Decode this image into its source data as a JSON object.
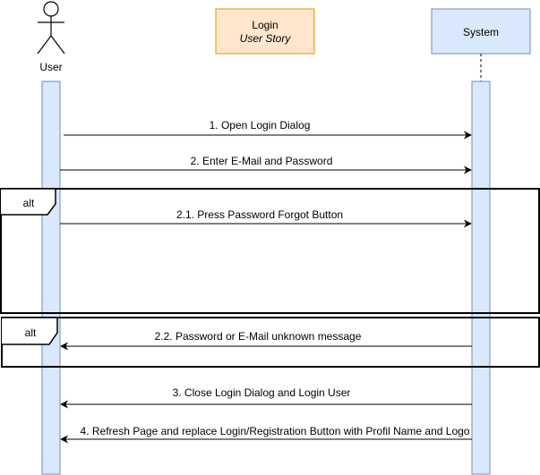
{
  "actors": {
    "user": {
      "label": "User"
    },
    "system": {
      "label": "System"
    }
  },
  "note": {
    "title": "Login",
    "subtitle": "User Story"
  },
  "fragments": [
    {
      "label": "alt"
    },
    {
      "label": "alt"
    }
  ],
  "messages": [
    {
      "label": "1. Open Login Dialog",
      "direction": "user-to-system"
    },
    {
      "label": "2. Enter E-Mail and Password",
      "direction": "user-to-system"
    },
    {
      "label": "2.1. Press Password Forgot Button",
      "direction": "user-to-system"
    },
    {
      "label": "2.2. Password or E-Mail unknown message",
      "direction": "system-to-user"
    },
    {
      "label": "3. Close Login Dialog and Login User",
      "direction": "system-to-user"
    },
    {
      "label": "4. Refresh Page and replace Login/Registration Button with Profil Name and Logo",
      "direction": "system-to-user"
    }
  ],
  "colors": {
    "lifeline_fill": "#dae8fc",
    "lifeline_stroke": "#6c8ebf",
    "note_fill": "#ffe6cc",
    "note_stroke": "#d79b00",
    "line": "#000000"
  }
}
